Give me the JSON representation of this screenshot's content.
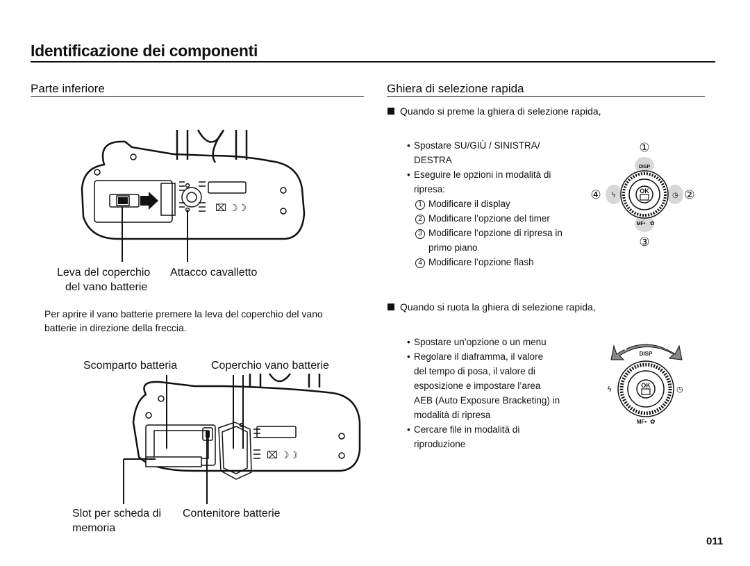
{
  "page": {
    "title": "Identificazione dei componenti",
    "number": "011"
  },
  "left": {
    "title": "Parte inferiore",
    "label_lever_1": "Leva del coperchio",
    "label_lever_2": "del vano batterie",
    "label_tripod": "Attacco cavalletto",
    "paragraph_1": "Per aprire il vano batterie premere la leva del coperchio del vano",
    "paragraph_2": "batterie in direzione della freccia.",
    "label_compartment": "Scomparto batteria",
    "label_cover": "Coperchio vano batterie",
    "label_slot_1": "Slot per scheda di",
    "label_slot_2": "memoria",
    "label_holder": "Contenitore batterie"
  },
  "right": {
    "title": "Ghiera di selezione rapida",
    "press_heading": "Quando si preme la ghiera di selezione rapida,",
    "press_items": {
      "move_1": "Spostare SU/GIÙ / SINISTRA/",
      "move_2": "DESTRA",
      "exec_1": "Eseguire le opzioni in modalità di",
      "exec_2": "ripresa:",
      "opt1": "Modificare il display",
      "opt2": "Modificare l’opzione del timer",
      "opt3_1": "Modificare l’opzione di ripresa in",
      "opt3_2": "primo piano",
      "opt4": "Modificare l’opzione flash"
    },
    "markers": {
      "m1": "①",
      "m2": "②",
      "m3": "③",
      "m4": "④",
      "n1": "1",
      "n2": "2",
      "n3": "3",
      "n4": "4"
    },
    "rotate_heading": "Quando si ruota la ghiera di selezione rapida,",
    "rotate_items": {
      "r1": "Spostare un’opzione o un menu",
      "r2_1": "Regolare il diaframma, il valore",
      "r2_2": "del tempo di posa, il valore di",
      "r2_3": "esposizione e impostare l’area",
      "r2_4": "AEB (Auto Exposure Bracketing) in",
      "r2_5": "modalità di ripresa",
      "r3_1": "Cercare file in modalità di",
      "r3_2": "riproduzione"
    },
    "dial_labels": {
      "disp": "DISP",
      "ok": "OK",
      "mf": "MF•"
    }
  }
}
